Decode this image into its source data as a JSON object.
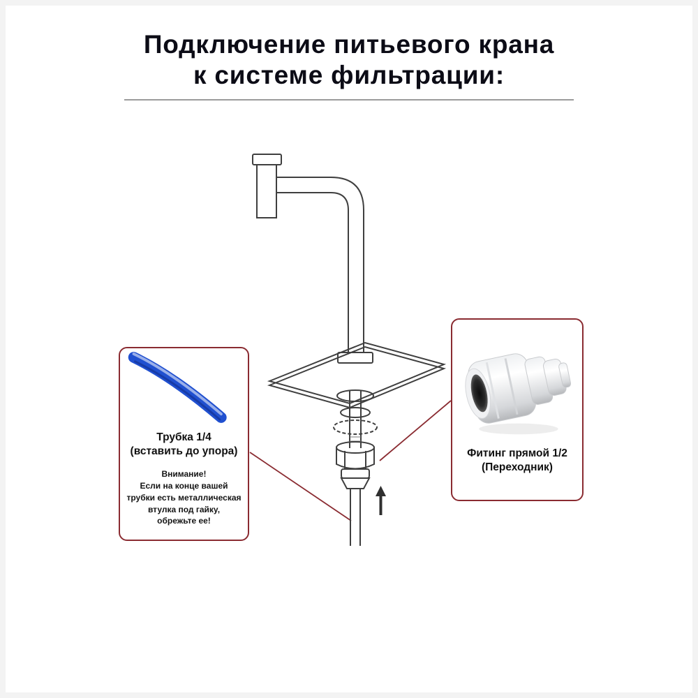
{
  "header": {
    "title": "Подключение питьевого крана\nк системе фильтрации:"
  },
  "callouts": {
    "tube": {
      "label": "Трубка 1/4\n(вставить до упора)",
      "warning": "Внимание!\nЕсли на конце вашей\nтрубки есть металлическая\nвтулка под гайку,\nобрежьте ее!"
    },
    "fitting": {
      "label": "Фитинг прямой 1/2\n(Переходник)"
    }
  },
  "diagram": {
    "parts": [
      "faucet",
      "spout",
      "escutcheon",
      "countertop",
      "rubber-washer",
      "flat-washer",
      "lock-washer",
      "hex-nut",
      "compression-fitting",
      "supply-tube",
      "arrow-up"
    ]
  },
  "colors": {
    "title_text": "#0c0c16",
    "callout_border": "#8a2b31",
    "connector_line": "#8a2b31",
    "tube_blue": "#2050d0",
    "drawing_stroke": "#3f3f3f"
  }
}
